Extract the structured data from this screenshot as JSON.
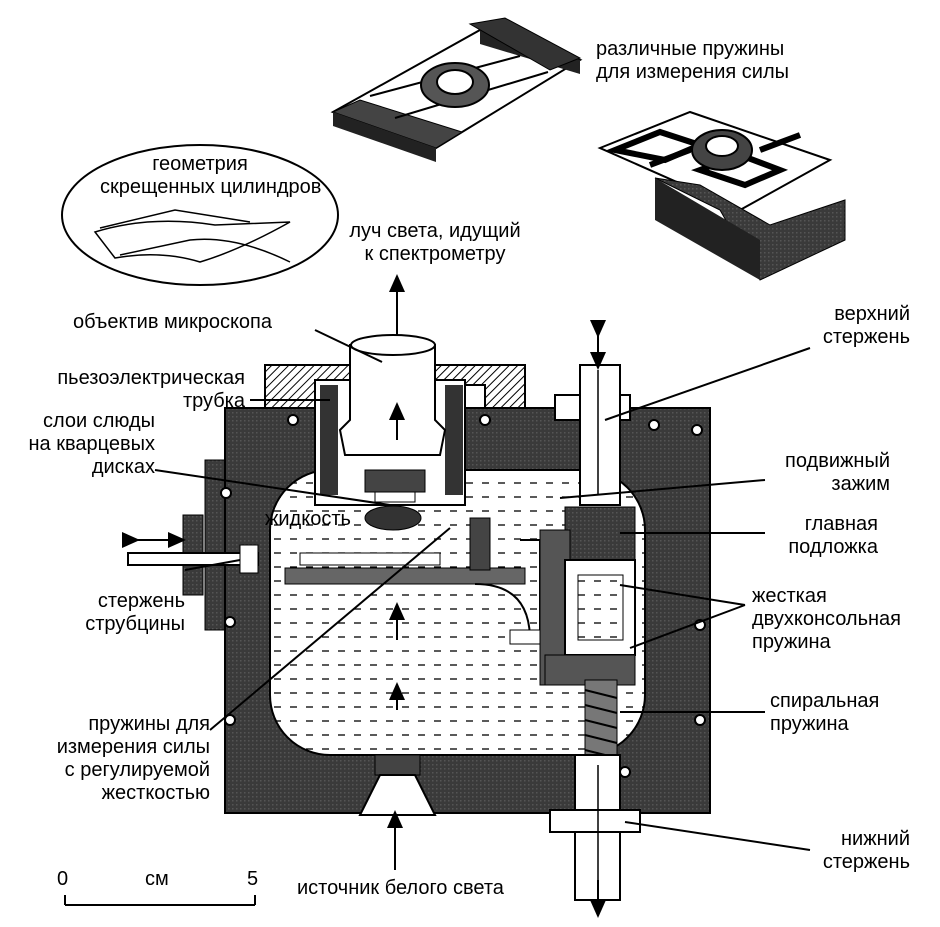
{
  "labels": {
    "springs_variety": [
      "различные пружины",
      "для измерения силы"
    ],
    "crossed_cylinders": [
      "геометрия",
      "скрещенных цилиндров"
    ],
    "light_beam": [
      "луч света, идущий",
      "к спектрометру"
    ],
    "objective": "объектив микроскопа",
    "piezo_tube": [
      "пьезоэлектрическая",
      "трубка"
    ],
    "mica_layers": [
      "слои слюды",
      "на кварцевых",
      "дисках"
    ],
    "liquid": "жидкость",
    "clamp_rod": [
      "стержень",
      "струбцины"
    ],
    "adjustable_springs": [
      "пружины для",
      "измерения силы",
      "с регулируемой",
      "жесткостью"
    ],
    "upper_rod": [
      "верхний",
      "стержень"
    ],
    "movable_clamp": [
      "подвижный",
      "зажим"
    ],
    "main_substrate": [
      "главная",
      "подложка"
    ],
    "rigid_spring": [
      "жесткая",
      "двухконсольная",
      "пружина"
    ],
    "coil_spring": [
      "спиральная",
      "пружина"
    ],
    "lower_rod": [
      "нижний",
      "стержень"
    ],
    "white_light": "источник белого света"
  },
  "scale_bar": {
    "start": "0",
    "unit": "см",
    "end": "5"
  }
}
